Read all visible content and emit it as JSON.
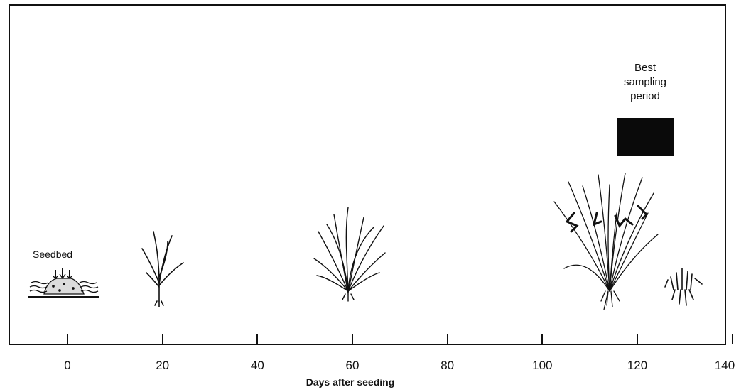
{
  "labels": {
    "seedbed": "Seedbed",
    "best_sampling": [
      "Best",
      "sampling",
      "period"
    ]
  },
  "axis": {
    "title": "Days after seeding",
    "ticks": [
      "0",
      "20",
      "40",
      "60",
      "80",
      "100",
      "120",
      "140"
    ]
  },
  "stages": [
    {
      "name": "seedbed",
      "day": 0
    },
    {
      "name": "seedling",
      "day": 20
    },
    {
      "name": "tillering",
      "day": 60
    },
    {
      "name": "heading",
      "day": 115
    },
    {
      "name": "harvested-stubble",
      "day": 130
    }
  ],
  "colors": {
    "ink": "#111111",
    "sampling_box": "#0a0a0a"
  }
}
